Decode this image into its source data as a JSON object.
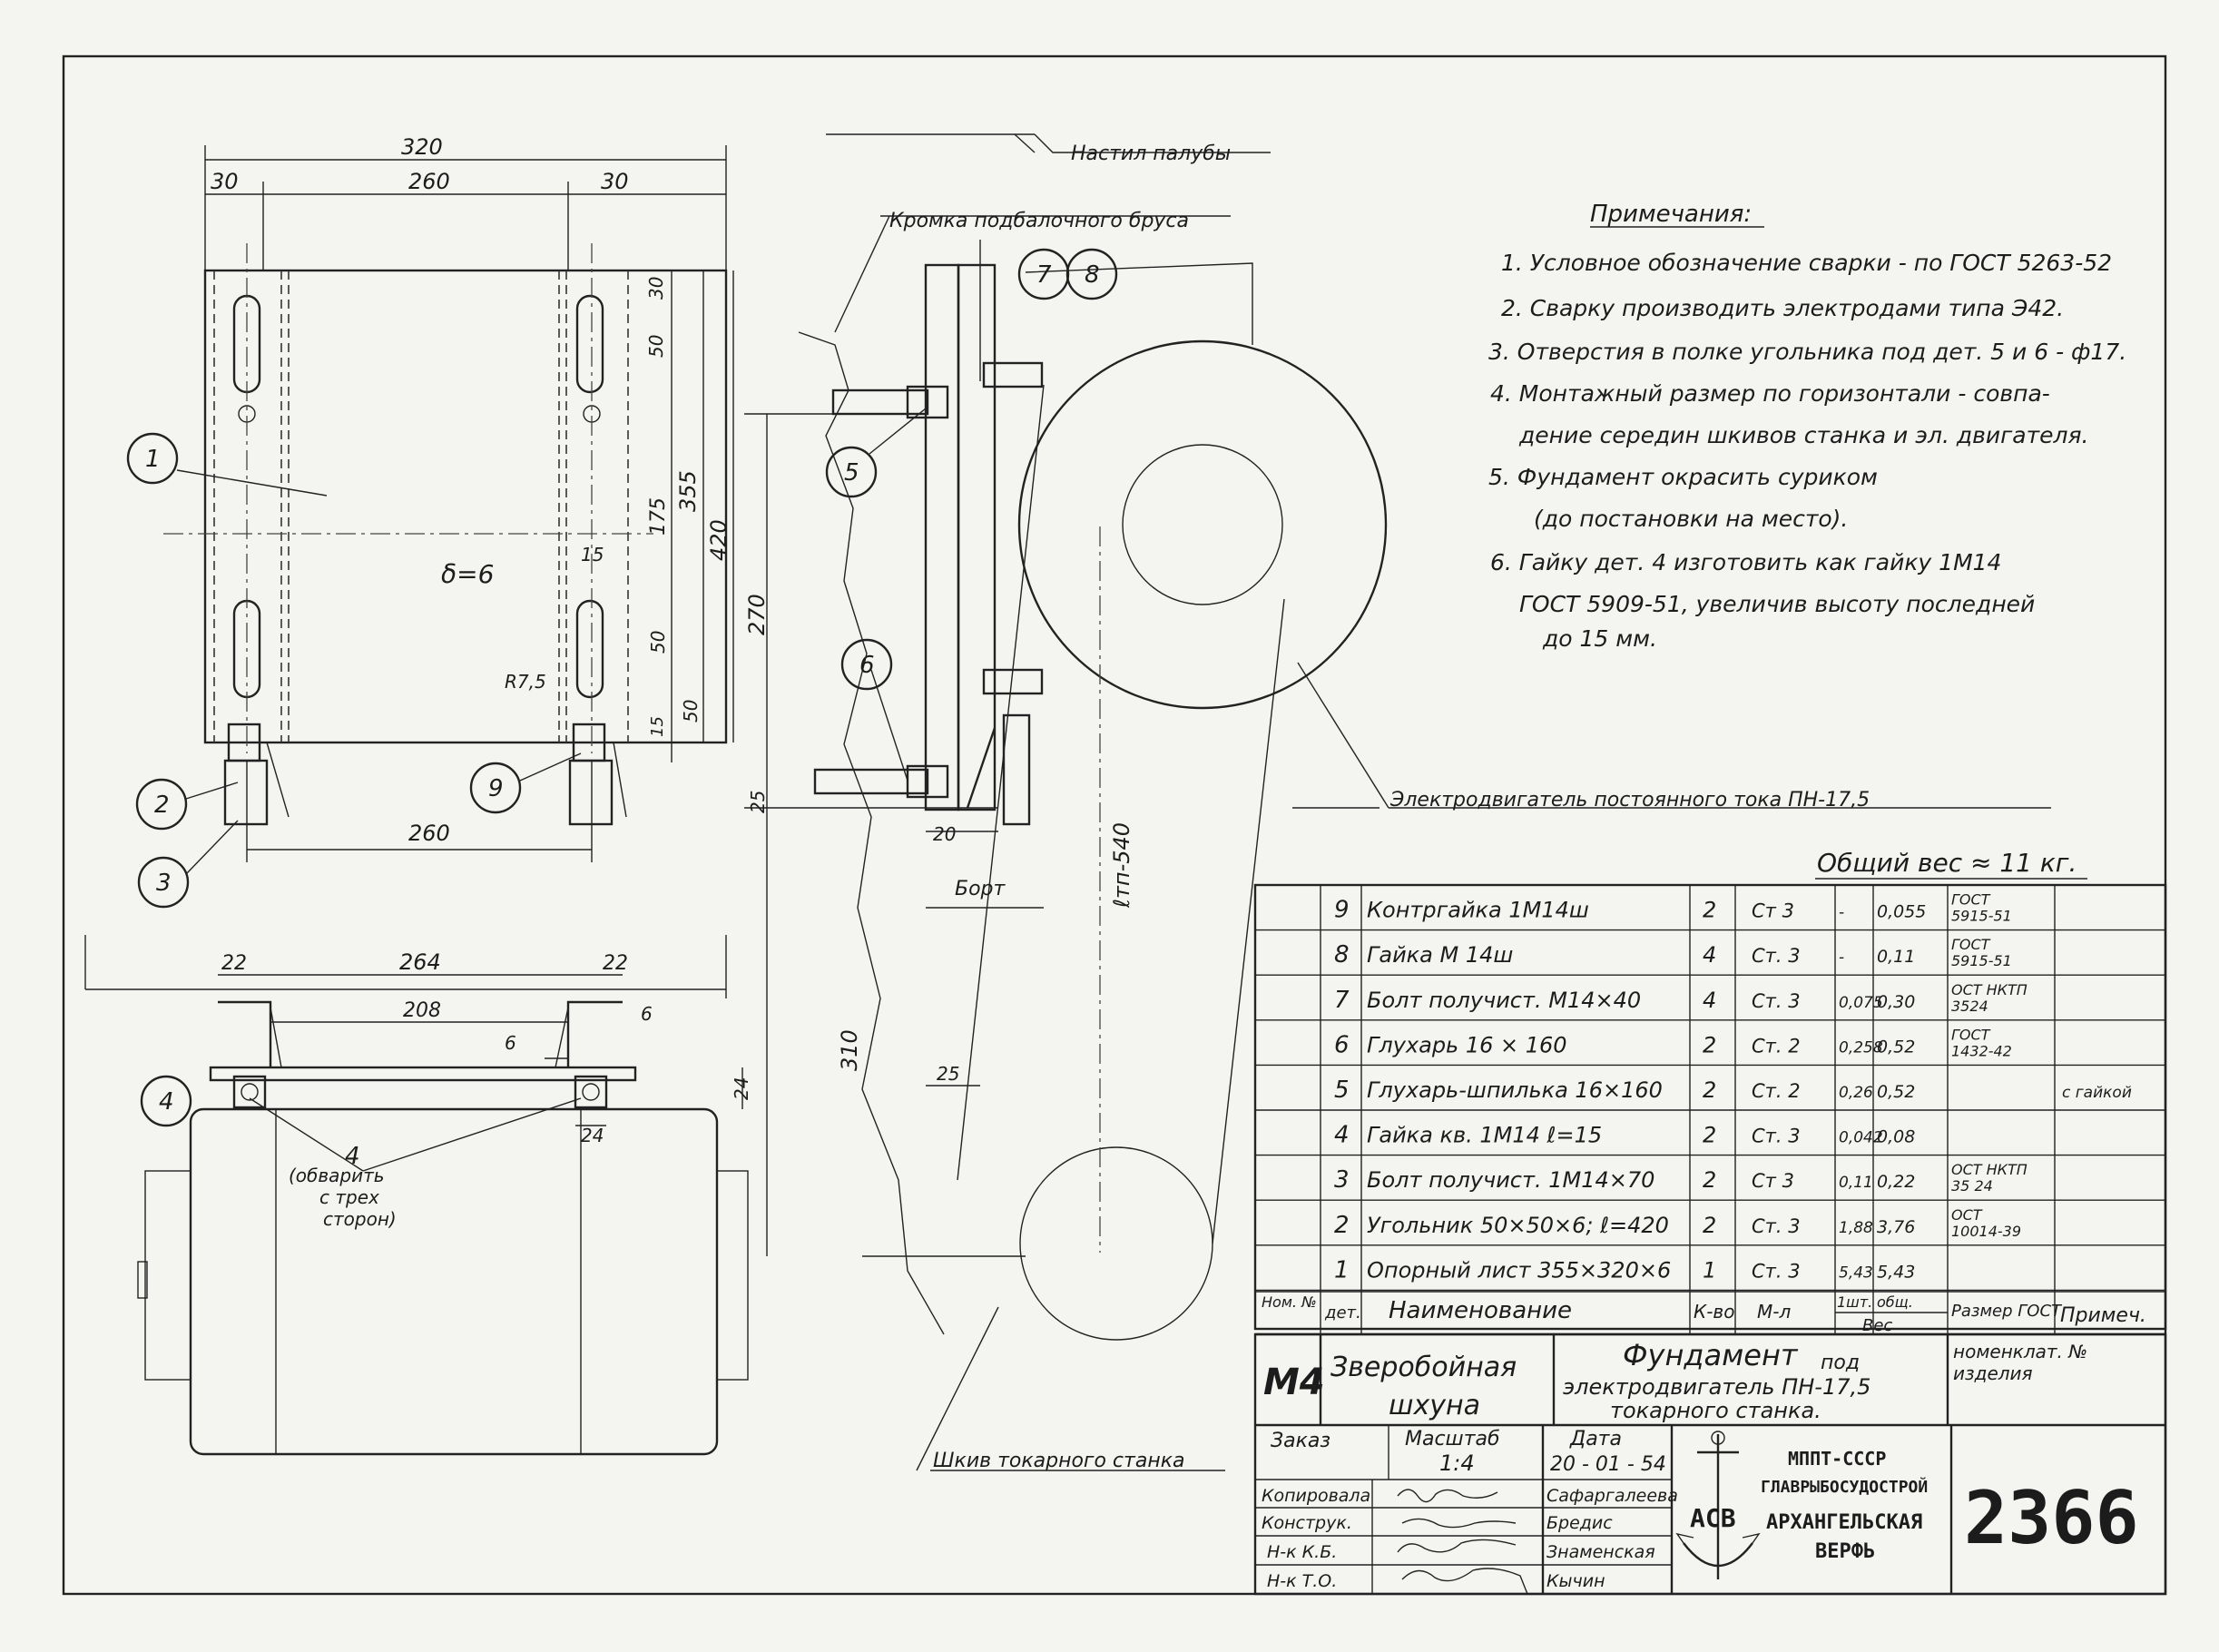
{
  "dimensions": {
    "top_width": "320",
    "top_inner": "260",
    "top_left": "30",
    "top_right": "30",
    "bottom_width": "260",
    "right_30": "30",
    "right_50a": "50",
    "right_175": "175",
    "right_355": "355",
    "right_420": "420",
    "right_50b": "50",
    "right_50c": "50",
    "right_15": "15",
    "hole_width": "15",
    "radius": "R7,5",
    "thickness": "δ=6",
    "side_270": "270",
    "side_25": "25",
    "side_20": "20",
    "side_310": "310",
    "side_25b": "25",
    "belt": "ℓтп-540",
    "plan_264": "264",
    "plan_22a": "22",
    "plan_22b": "22",
    "plan_208": "208",
    "plan_6a": "6",
    "plan_6b": "6",
    "plan_24a": "24",
    "plan_24b": "24",
    "weld_4": "4"
  },
  "balloons": [
    "1",
    "2",
    "3",
    "4",
    "5",
    "6",
    "7",
    "8",
    "9"
  ],
  "labels": {
    "deck": "Настил палубы",
    "beam_edge": "Кромка подбалочного бруса",
    "side": "Борт",
    "motor": "Электродвигатель постоянного тока  ПН-17,5",
    "pulley": "Шкив токарного станка",
    "weld_note": [
      "(обварить",
      "с трех",
      "сторон)"
    ]
  },
  "notes": {
    "title": "Примечания:",
    "lines": [
      "1. Условное обозначение сварки - по ГОСТ 5263-52",
      "2. Сварку производить электродами типа Э42.",
      "3. Отверстия в полке угольника под дет. 5 и 6 - ф17.",
      "4. Монтажный размер по горизонтали - совпа-",
      "дение середин шкивов станка и эл. двигателя.",
      "5. Фундамент окрасить суриком",
      "(до постановки на место).",
      "6. Гайку дет. 4 изготовить как гайку 1М14",
      "ГОСТ 5909-51, увеличив высоту последней",
      "до 15 мм."
    ]
  },
  "weight": "Общий вес ≈ 11 кг.",
  "parts_table": {
    "rows": [
      {
        "no": "9",
        "name": "Контргайка 1М14ш",
        "qty": "2",
        "mat": "Ст 3",
        "unit": "-",
        "total": "0,055",
        "std": "ГОСТ 5915-51",
        "note": ""
      },
      {
        "no": "8",
        "name": "Гайка  М 14ш",
        "qty": "4",
        "mat": "Ст. 3",
        "unit": "-",
        "total": "0,11",
        "std": "ГОСТ 5915-51",
        "note": ""
      },
      {
        "no": "7",
        "name": "Болт получист. М14×40",
        "qty": "4",
        "mat": "Ст. 3",
        "unit": "0,075",
        "total": "0,30",
        "std": "ОСТ НКТП 3524",
        "note": ""
      },
      {
        "no": "6",
        "name": "Глухарь 16 × 160",
        "qty": "2",
        "mat": "Ст. 2",
        "unit": "0,258",
        "total": "0,52",
        "std": "ГОСТ 1432-42",
        "note": ""
      },
      {
        "no": "5",
        "name": "Глухарь-шпилька 16×160",
        "qty": "2",
        "mat": "Ст. 2",
        "unit": "0,26",
        "total": "0,52",
        "std": "",
        "note": "с гайкой"
      },
      {
        "no": "4",
        "name": "Гайка кв. 1М14 ℓ=15",
        "qty": "2",
        "mat": "Ст. 3",
        "unit": "0,042",
        "total": "0,08",
        "std": "",
        "note": ""
      },
      {
        "no": "3",
        "name": "Болт получист. 1М14×70",
        "qty": "2",
        "mat": "Ст 3",
        "unit": "0,11",
        "total": "0,22",
        "std": "ОСТ НКТП 35 24",
        "note": ""
      },
      {
        "no": "2",
        "name": "Угольник 50×50×6; ℓ=420",
        "qty": "2",
        "mat": "Ст. 3",
        "unit": "1,88",
        "total": "3,76",
        "std": "ОСТ 10014-39",
        "note": ""
      },
      {
        "no": "1",
        "name": "Опорный лист 355×320×6",
        "qty": "1",
        "mat": "Ст. 3",
        "unit": "5,43",
        "total": "5,43",
        "std": "",
        "note": ""
      }
    ],
    "headers": {
      "nom": "Ном. №",
      "det": "дет.",
      "name": "Наименование",
      "qty": "К-во",
      "mat": "М-л",
      "unit": "1шт.",
      "total": "общ.",
      "weight": "Вес",
      "std": "Размер ГОСТ",
      "note": "Примеч."
    }
  },
  "title_block": {
    "code": "М4",
    "vessel": [
      "Зверобойная",
      "шхуна"
    ],
    "title": "Фундамент",
    "subtitle_1": "под",
    "subtitle_2": "электродвигатель  ПН-17,5",
    "subtitle_3": "токарного станка.",
    "nomenclature": "номенклат. №",
    "product": "изделия",
    "order_label": "Заказ",
    "scale_label": "Масштаб",
    "scale": "1:4",
    "date_label": "Дата",
    "date": "20 - 01 - 54",
    "roles": [
      "Копировала",
      "Конструк.",
      "Н-к К.Б.",
      "Н-к Т.О."
    ],
    "persons": [
      "Сафаргалеева",
      "Бредис",
      "Знаменская",
      "Кычин"
    ],
    "org": [
      "МППТ-СССР",
      "ГЛАВРЫБОСУДОСТРОЙ",
      "АРХАНГЕЛЬСКАЯ",
      "ВЕРФЬ"
    ],
    "logo_letters": "АСВ",
    "drawing_number": "2366"
  }
}
